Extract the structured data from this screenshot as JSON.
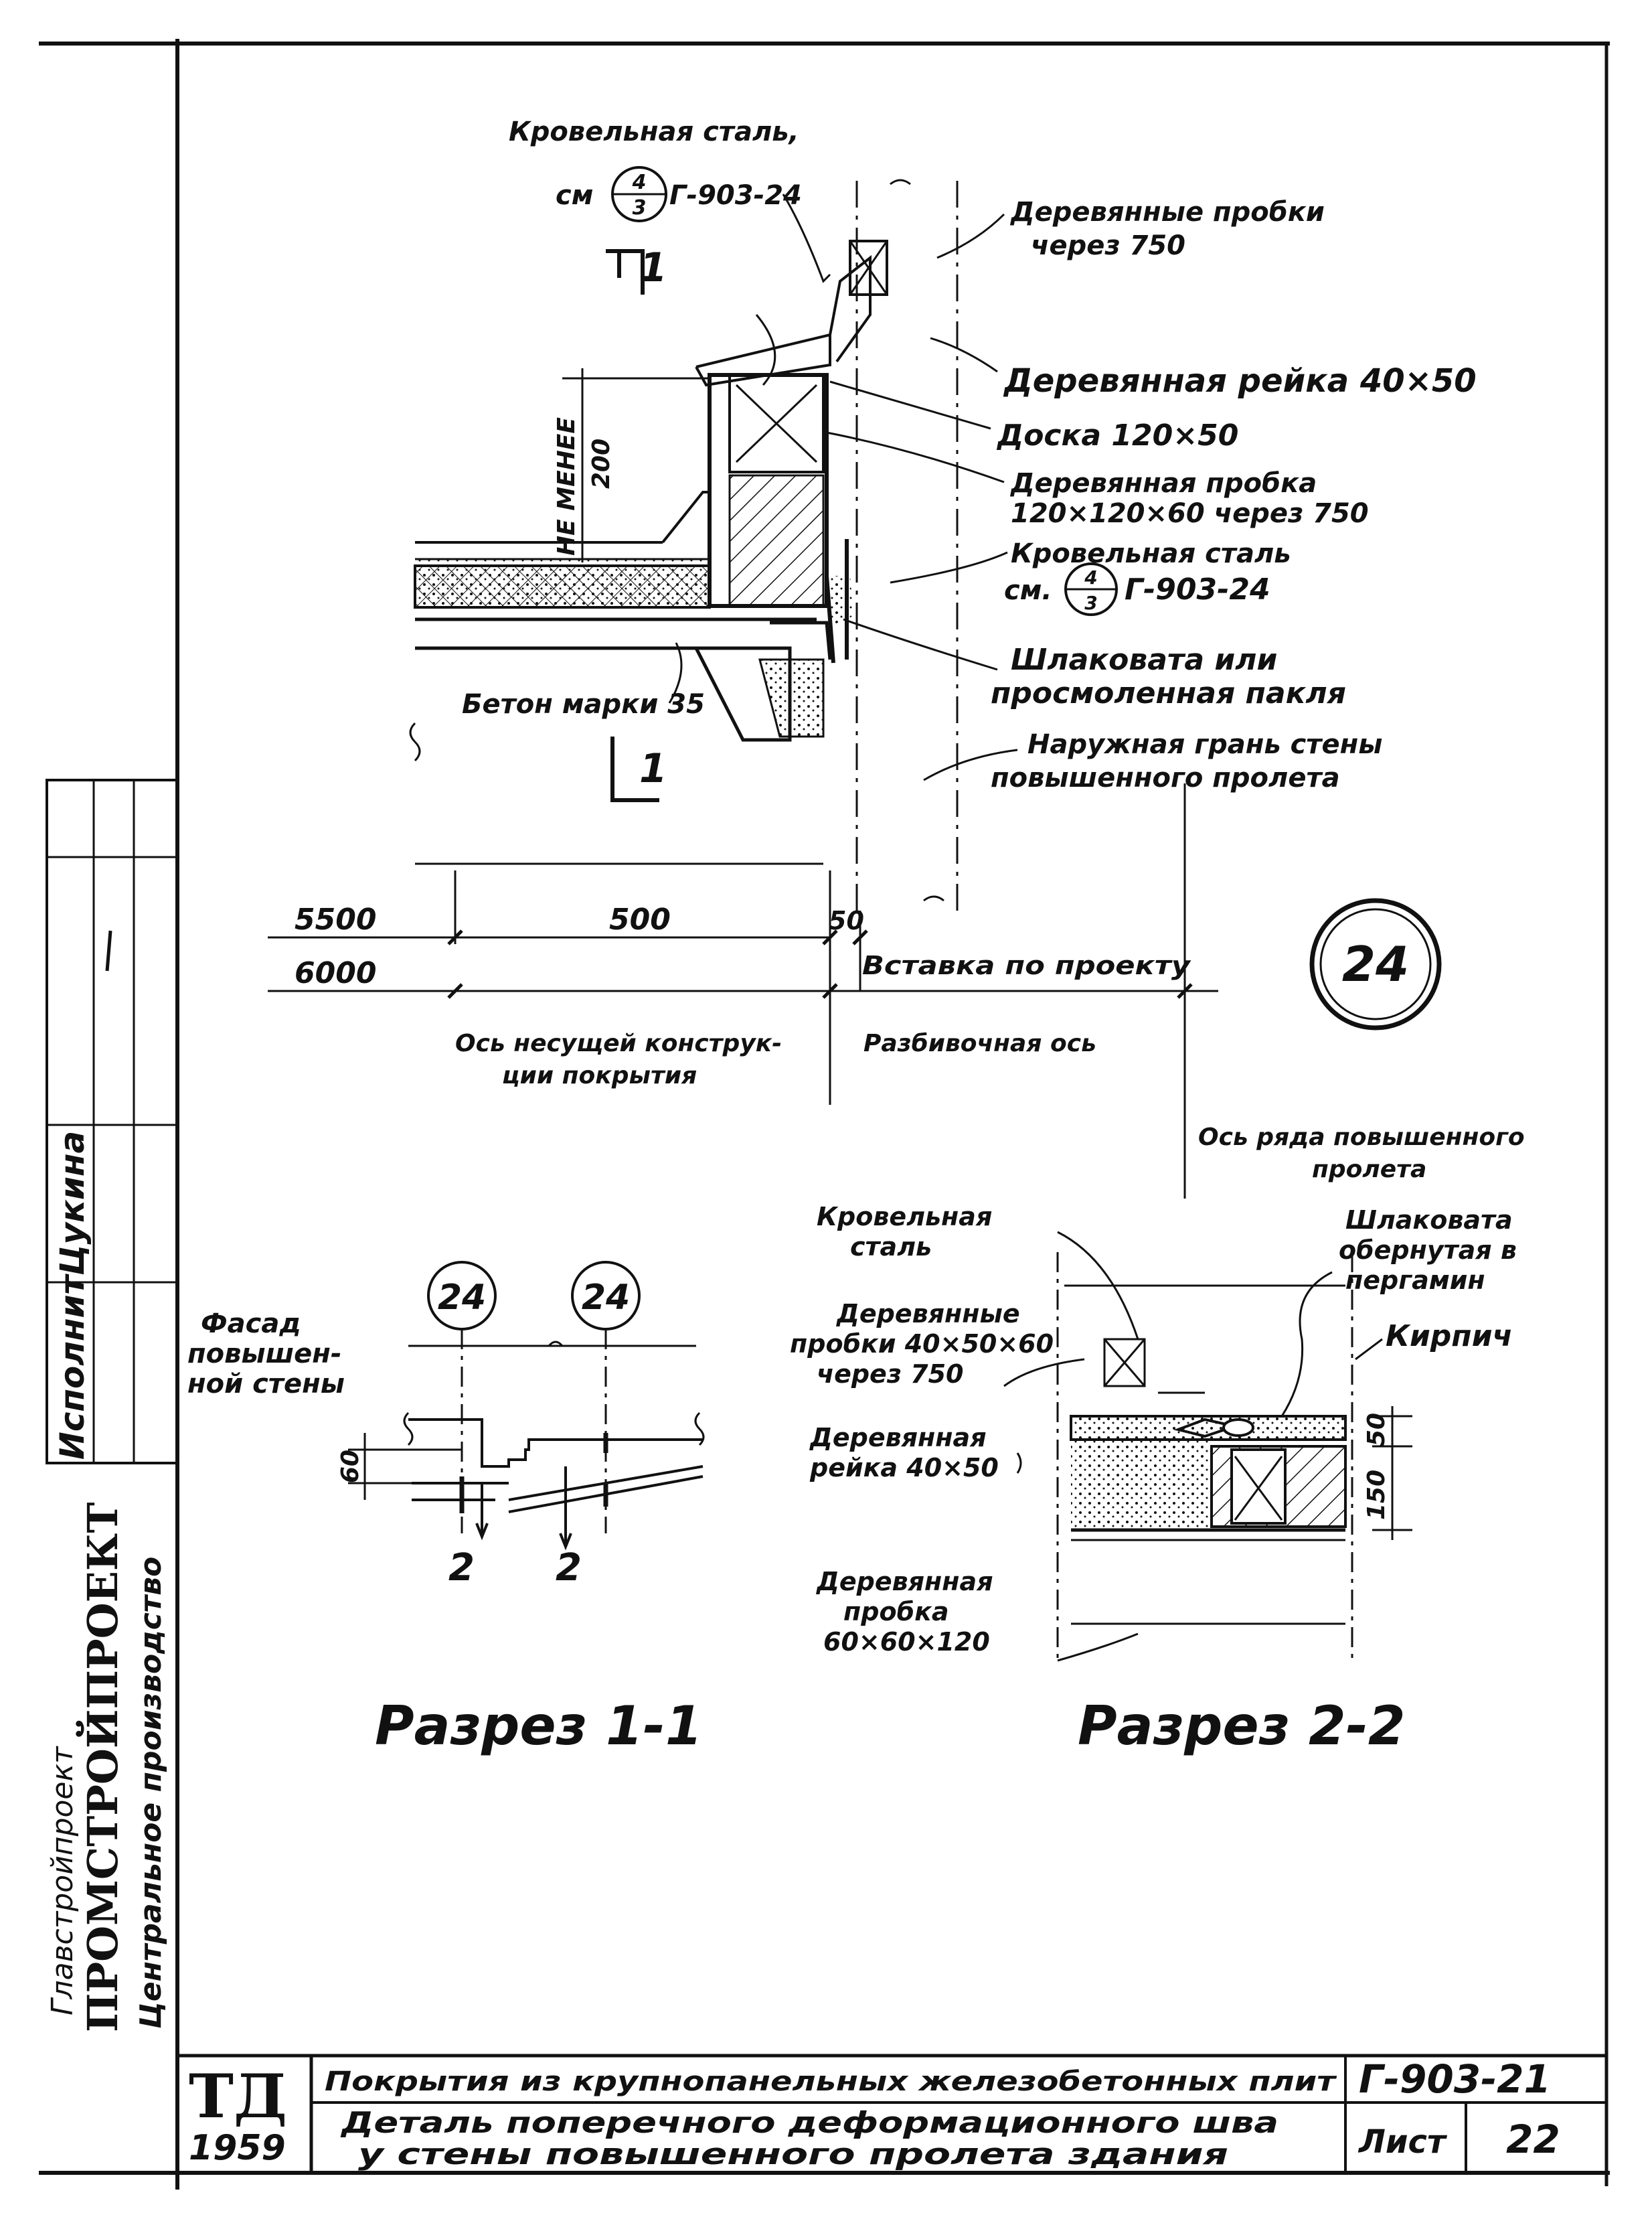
{
  "labels": {
    "roof_steel_1": "Кровельная сталь,",
    "see_1": "см",
    "ref_num": "4",
    "ref_den": "3",
    "ref_code_1": "Г-903-24",
    "cut_1_top": "1",
    "cut_1_bottom": "1",
    "wood_plugs_a": "Деревянные пробки",
    "wood_plugs_b": "через 750",
    "wood_rail": "Деревянная рейка 40×50",
    "board": "Доска 120×50",
    "wood_plug_a": "Деревянная пробка",
    "wood_plug_b": "120×120×60 через 750",
    "roof_steel_2": "Кровельная сталь",
    "see_2": "см.",
    "ref_code_2": "Г-903-24",
    "slag_a": "Шлаковата или",
    "slag_b": "просмоленная пакля",
    "outer_a": "Наружная грань стены",
    "outer_b": "повышенного пролета",
    "concrete": "Бетон марки 35",
    "not_less": "НЕ МЕНЕЕ",
    "dim_200": "200",
    "dim_5500": "5500",
    "dim_500": "500",
    "dim_50": "50",
    "insert": "Вставка по проекту",
    "dim_6000": "6000",
    "axis_support_a": "Ось несущей конструк-",
    "axis_support_b": "ции покрытия",
    "axis_layout": "Разбивочная ось",
    "axis_row_a": "Ось ряда повышенного",
    "axis_row_b": "пролета",
    "detail_num": "24"
  },
  "section_1_1": {
    "facade_a": "Фасад",
    "facade_b": "повышен-",
    "facade_c": "ной стены",
    "marker_left": "24",
    "marker_right": "24",
    "dim_60": "60",
    "cut_2_left": "2",
    "cut_2_right": "2",
    "title": "Разрез 1-1"
  },
  "section_2_2": {
    "roof_steel_a": "Кровельная",
    "roof_steel_b": "сталь",
    "slag_a": "Шлаковата",
    "slag_b": "обернутая в",
    "slag_c": "пергамин",
    "brick": "Кирпич",
    "plugs_a": "Деревянные",
    "plugs_b": "пробки 40×50×60",
    "plugs_c": "через 750",
    "rail_a": "Деревянная",
    "rail_b": "рейка 40×50",
    "plug_a": "Деревянная",
    "plug_b": "пробка",
    "plug_c": "60×60×120",
    "dim_50": "50",
    "dim_150": "150",
    "title": "Разрез 2-2"
  },
  "side_stamp": {
    "org_small": "Главстройпроект",
    "org_big": "ПРОМСТРОЙПРОЕКТ",
    "org_sub": "Центральное производство",
    "role": "Исполнит.",
    "name": "Цукина"
  },
  "title_block": {
    "logo": "ТД",
    "year": "1959",
    "line_1": "Покрытия из крупнопанельных железобетонных плит",
    "line_2a": "Деталь поперечного деформационного шва",
    "line_2b": "у стены повышенного пролета здания",
    "code": "Г-903-21",
    "sheet_label": "Лист",
    "sheet_num": "22"
  }
}
